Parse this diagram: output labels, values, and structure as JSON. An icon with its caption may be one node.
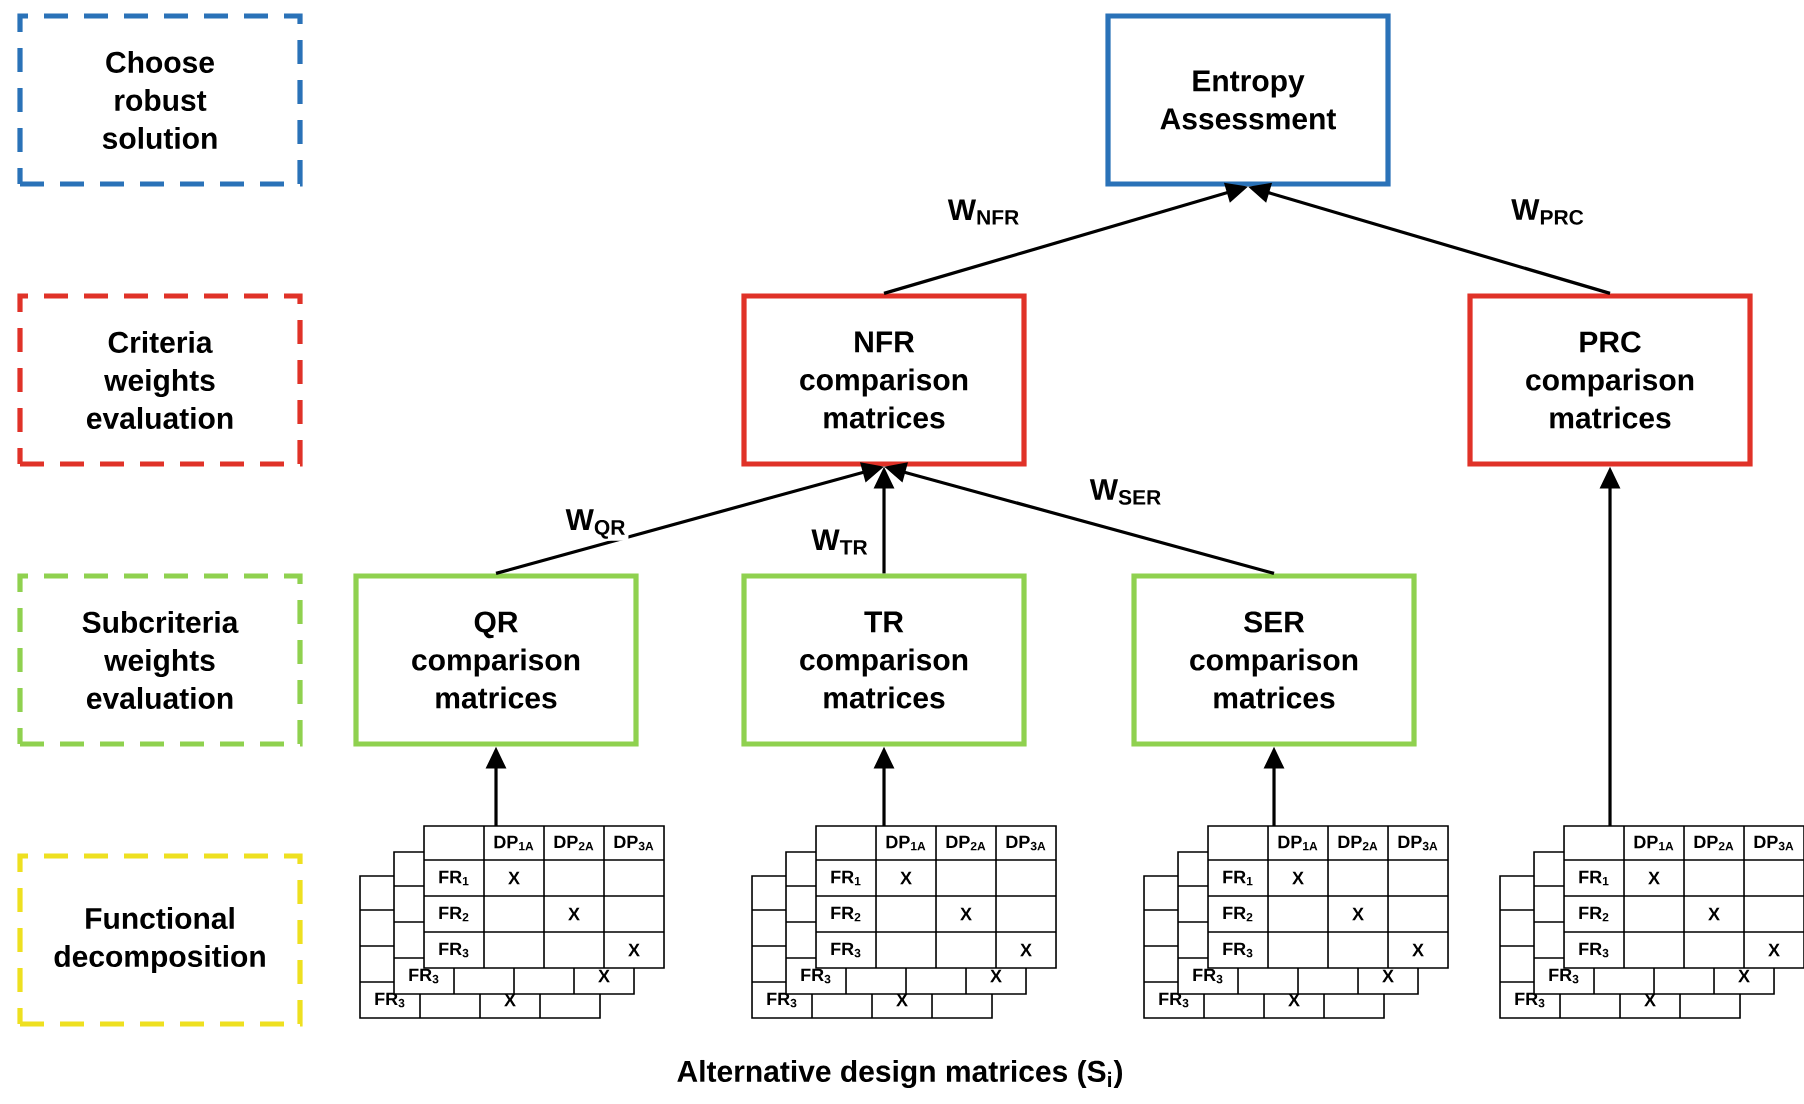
{
  "diagram": {
    "caption": "Alternative design matrices (S$_{i}$)",
    "nodes": [
      {
        "text": [
          "Choose robust solution"
        ]
      },
      {
        "text": [
          "Entropy Assessment"
        ]
      },
      {
        "text": [
          "Criteria weights evaluation"
        ]
      },
      {
        "text": [
          "NFR comparison matrices"
        ]
      },
      {
        "text": [
          "PRC comparison matrices"
        ]
      },
      {
        "text": [
          "Subcriteria weights evaluation"
        ]
      },
      {
        "text": [
          "QR comparison matrices"
        ]
      },
      {
        "text": [
          "TR comparison matrices"
        ]
      },
      {
        "text": [
          "SER comparison matrices"
        ]
      },
      {
        "text": [
          "Functional decomposition"
        ]
      },
      {
        "text": [
          "DP$_{1A}$",
          "DP$_{2A}$",
          "DP$_{3A}$",
          "FR$_{1}$",
          "X",
          "FR$_{2}$",
          "X",
          "FR$_{3}$",
          "X",
          "FR$_{3}$",
          "X",
          "FR$_{3}$",
          "X"
        ]
      },
      {
        "text": [
          "DP$_{1A}$",
          "DP$_{2A}$",
          "DP$_{3A}$",
          "FR$_{1}$",
          "X",
          "FR$_{2}$",
          "X",
          "FR$_{3}$",
          "X",
          "FR$_{3}$",
          "X",
          "FR$_{3}$",
          "X"
        ]
      },
      {
        "text": [
          "DP$_{1A}$",
          "DP$_{2A}$",
          "DP$_{3A}$",
          "FR$_{1}$",
          "X",
          "FR$_{2}$",
          "X",
          "FR$_{3}$",
          "X",
          "FR$_{3}$",
          "X",
          "FR$_{3}$",
          "X"
        ]
      },
      {
        "text": [
          "DP$_{1A}$",
          "DP$_{2A}$",
          "DP$_{3A}$",
          "FR$_{1}$",
          "X",
          "FR$_{2}$",
          "X",
          "FR$_{3}$",
          "X",
          "FR$_{3}$",
          "X",
          "FR$_{3}$",
          "X"
        ]
      }
    ],
    "edges": [
      {
        "from": 3,
        "to": 1,
        "arrow": "to",
        "label": "W$_{NFR}$"
      },
      {
        "from": 4,
        "to": 1,
        "arrow": "to",
        "label": "W$_{PRC}$"
      },
      {
        "from": 6,
        "to": 3,
        "arrow": "to",
        "label": "W$_{QR}$"
      },
      {
        "from": 7,
        "to": 3,
        "arrow": "to",
        "label": "W$_{TR}$"
      },
      {
        "from": 8,
        "to": 3,
        "arrow": "to",
        "label": "W$_{SER}$"
      },
      {
        "from": 10,
        "to": 6,
        "arrow": "to"
      },
      {
        "from": 11,
        "to": 7,
        "arrow": "to"
      },
      {
        "from": 12,
        "to": 8,
        "arrow": "to"
      },
      {
        "from": 13,
        "to": 4,
        "arrow": "to"
      }
    ]
  }
}
